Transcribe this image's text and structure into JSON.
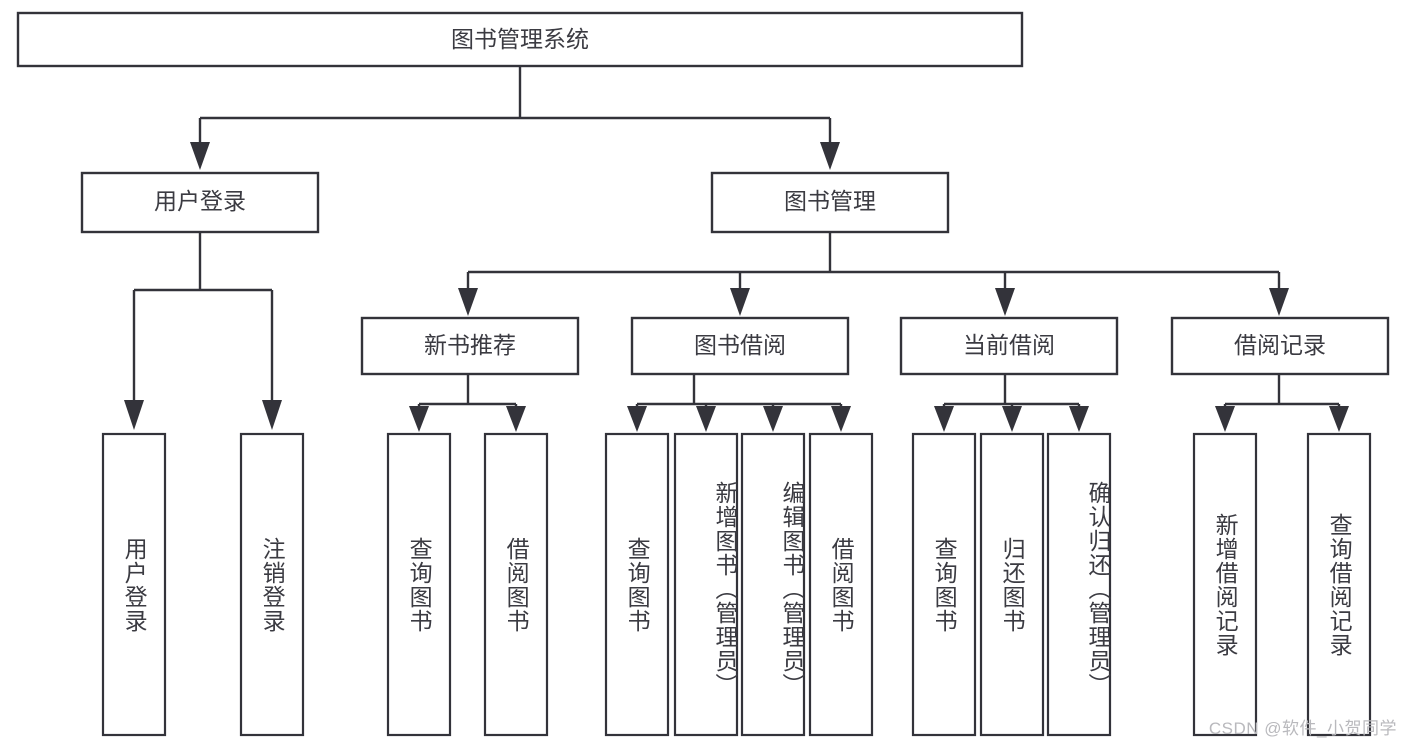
{
  "diagram": {
    "type": "tree-hierarchy",
    "title": "图书管理系统",
    "orientation": "top-down",
    "watermark": "CSDN @软件_小贺同学",
    "colors": {
      "box_stroke": "#33333a",
      "box_fill": "#ffffff",
      "label_text": "#3b3b42",
      "connector": "#33333a",
      "watermark_text": "#b9b9bd",
      "background": "#ffffff"
    },
    "root": {
      "label": "图书管理系统"
    },
    "level1": [
      {
        "label": "用户登录"
      },
      {
        "label": "图书管理"
      }
    ],
    "level2": [
      {
        "label": "新书推荐"
      },
      {
        "label": "图书借阅"
      },
      {
        "label": "当前借阅"
      },
      {
        "label": "借阅记录"
      }
    ],
    "leaves": {
      "user_login": [
        {
          "label": "用户登录"
        },
        {
          "label": "注销登录"
        }
      ],
      "new_book_recommend": [
        {
          "label": "查询图书"
        },
        {
          "label": "借阅图书"
        }
      ],
      "book_borrow": [
        {
          "label": "查询图书"
        },
        {
          "label": "新增图书（管理员）"
        },
        {
          "label": "编辑图书（管理员）"
        },
        {
          "label": "借阅图书"
        }
      ],
      "current_borrow": [
        {
          "label": "查询图书"
        },
        {
          "label": "归还图书"
        },
        {
          "label": "确认归还（管理员）"
        }
      ],
      "borrow_record": [
        {
          "label": "新增借阅记录"
        },
        {
          "label": "查询借阅记录"
        }
      ]
    }
  }
}
